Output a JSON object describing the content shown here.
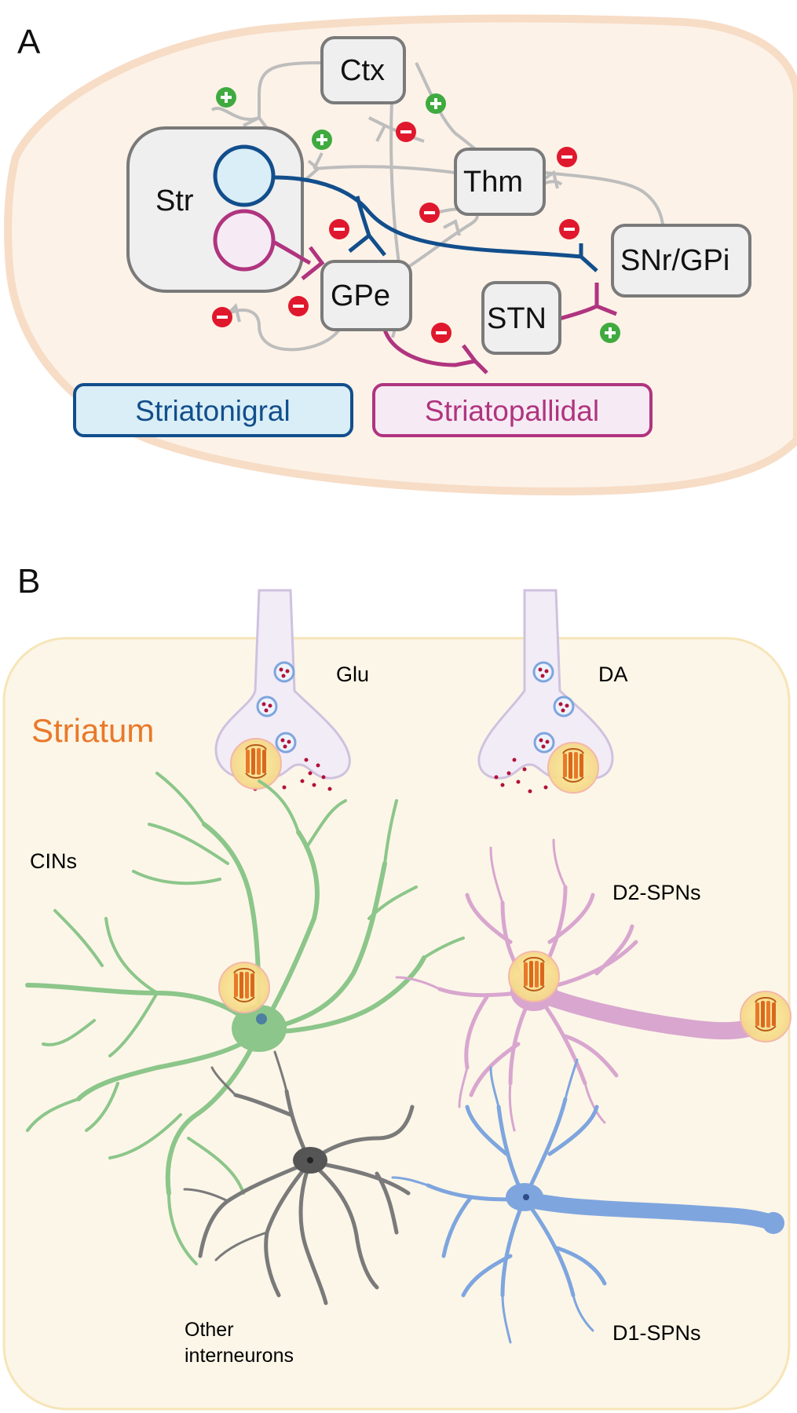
{
  "panel_a": {
    "label": "A",
    "nodes": {
      "ctx": "Ctx",
      "str": "Str",
      "thm": "Thm",
      "snr_gpi": "SNr/GPi",
      "gpe": "GPe",
      "stn": "STN"
    },
    "signs": {
      "plus": "+",
      "minus": "−"
    },
    "legend": {
      "striatonigral": "Striatonigral",
      "striatopallidal": "Striatopallidal"
    },
    "colors": {
      "striatonigral": "#124e8c",
      "striatopallidal": "#b0347f",
      "excitatory": "#3faa3f",
      "inhibitory": "#e0182d",
      "connection": "#bdbdbd"
    }
  },
  "panel_b": {
    "label": "B",
    "region": "Striatum",
    "terminals": {
      "glu": "Glu",
      "da": "DA"
    },
    "cells": {
      "cins": "CINs",
      "d2_spns": "D2-SPNs",
      "d1_spns": "D1-SPNs",
      "other_line1": "Other",
      "other_line2": "interneurons"
    },
    "colors": {
      "region_label": "#e8792a",
      "cins": "#8cc68a",
      "d2_spns": "#d8a6cf",
      "d1_spns": "#7ea5de",
      "other": "#7a7a7a",
      "receptor": "#e8792a"
    }
  }
}
